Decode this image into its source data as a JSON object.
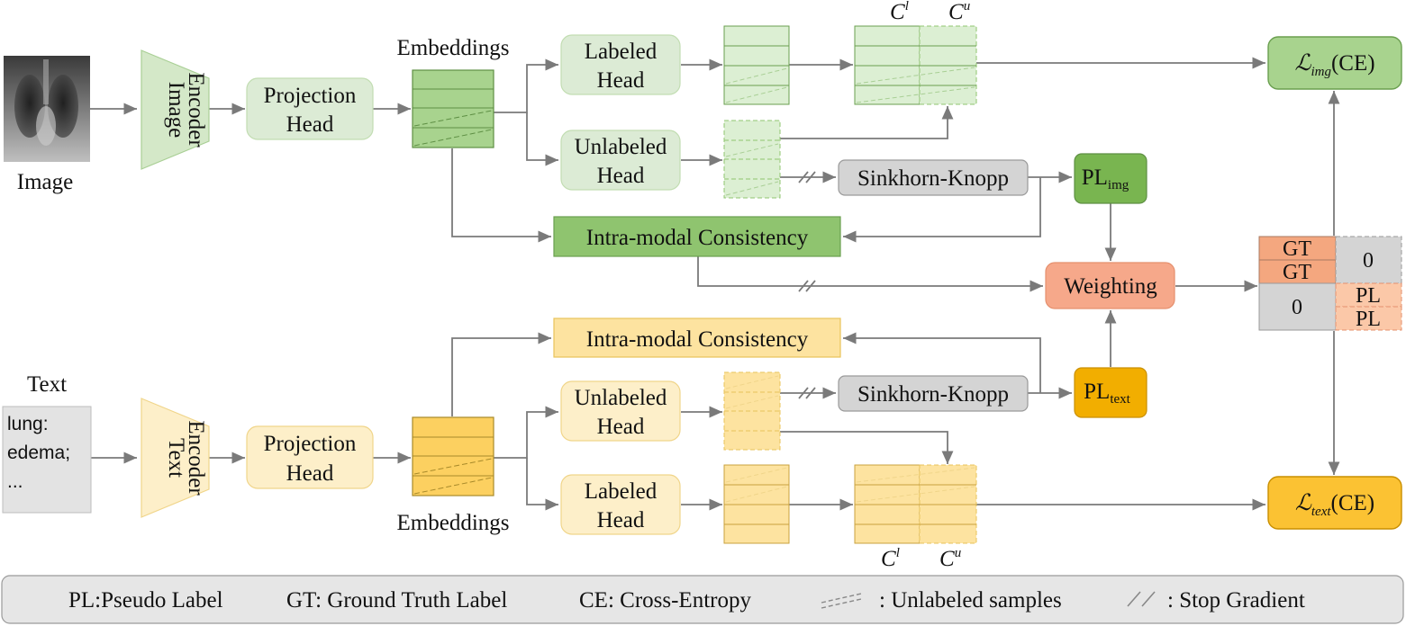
{
  "image_branch": {
    "image_label": "Image",
    "encoder": [
      "Image",
      "Encoder"
    ],
    "projection": [
      "Projection",
      "Head"
    ],
    "embeddings": "Embeddings",
    "labeled_head": [
      "Labeled",
      "Head"
    ],
    "unlabeled_head": [
      "Unlabeled",
      "Head"
    ],
    "sinkhorn": "Sinkhorn-Knopp",
    "pl_main": "PL",
    "pl_sub": "img",
    "consistency": "Intra-modal Consistency",
    "c_l": "C",
    "c_l_sup": "l",
    "c_u": "C",
    "c_u_sup": "u",
    "loss_symbol": "ℒ",
    "loss_sub": "img",
    "loss_tail": "(CE)"
  },
  "text_branch": {
    "text_label": "Text",
    "text_lines": [
      "lung:",
      "edema;",
      "..."
    ],
    "encoder": [
      "Text",
      "Encoder"
    ],
    "projection": [
      "Projection",
      "Head"
    ],
    "embeddings": "Embeddings",
    "labeled_head": [
      "Labeled",
      "Head"
    ],
    "unlabeled_head": [
      "Unlabeled",
      "Head"
    ],
    "sinkhorn": "Sinkhorn-Knopp",
    "pl_main": "PL",
    "pl_sub": "text",
    "consistency": "Intra-modal Consistency",
    "c_l": "C",
    "c_l_sup": "l",
    "c_u": "C",
    "c_u_sup": "u",
    "loss_symbol": "ℒ",
    "loss_sub": "text",
    "loss_tail": "(CE)"
  },
  "weighting": "Weighting",
  "matrix": {
    "gt1": "GT",
    "gt2": "GT",
    "zero_top": "0",
    "zero_bottom": "0",
    "pl1": "PL",
    "pl2": "PL"
  },
  "legend": {
    "pl": "PL:Pseudo Label",
    "gt": "GT: Ground Truth Label",
    "ce": "CE: Cross-Entropy",
    "unlabeled": ": Unlabeled samples",
    "stop": ": Stop Gradient"
  },
  "colors": {
    "green_light": "#dcebd5",
    "green_mid": "#c9e3bb",
    "green_dark": "#8fc46f",
    "green_pl": "#79b550",
    "yellow_light": "#fdefc9",
    "yellow_mid": "#fde3a0",
    "yellow_dark": "#fcd060",
    "yellow_pl": "#f2ae00",
    "yellow_loss": "#fbc233",
    "gray_box": "#d4d4d4",
    "legend_bg": "#e6e6e6",
    "orange": "#f4a77f",
    "orange_light": "#fbc8a8",
    "weighting": "#f6a88a",
    "arrow": "#7a7a7a"
  }
}
